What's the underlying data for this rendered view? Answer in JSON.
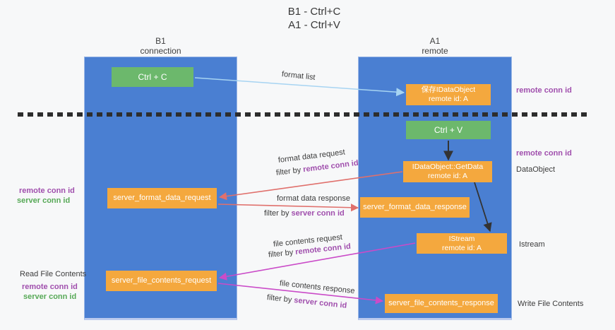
{
  "title": {
    "line1": "B1 - Ctrl+C",
    "line2": "A1 - Ctrl+V"
  },
  "lanes": {
    "b1": {
      "name": "B1",
      "role": "connection"
    },
    "a1": {
      "name": "A1",
      "role": "remote"
    }
  },
  "nodes": {
    "ctrl_c": {
      "label": "Ctrl + C"
    },
    "ctrl_v": {
      "label": "Ctrl + V"
    },
    "save_dataobject": {
      "line1": "保存IDataObject",
      "line2": "remote id: A"
    },
    "getdata": {
      "line1": "IDataObject::GetData",
      "line2": "remote id: A"
    },
    "istream": {
      "line1": "IStream",
      "line2": "remote id: A"
    },
    "format_request": {
      "label": "server_format_data_request"
    },
    "format_response": {
      "label": "server_format_data_response"
    },
    "file_request": {
      "label": "server_file_contents_request"
    },
    "file_response": {
      "label": "server_file_contents_response"
    }
  },
  "edge_labels": {
    "format_list": "format list",
    "format_data_request": "format data request",
    "format_data_response": "format data response",
    "file_contents_request": "file contents request",
    "file_contents_response": "file contents response",
    "filter_by": "filter by",
    "remote_conn_id": "remote conn id",
    "server_conn_id": "server conn id"
  },
  "annotations": {
    "remote_conn_id_right_top": "remote conn id",
    "remote_conn_id_right_mid": "remote conn id",
    "dataobject": "DataObject",
    "istream": "Istream",
    "write_file_contents": "Write File Contents",
    "read_file_contents": "Read File Contents",
    "remote_conn_id_left_1": "remote conn id",
    "server_conn_id_left_1": "server conn id",
    "remote_conn_id_left_2": "remote conn id",
    "server_conn_id_left_2": "server conn id"
  },
  "colors": {
    "panel_blue": "#4a7fd2",
    "box_green": "#6cb86c",
    "box_orange": "#f4a83e",
    "accent_purple": "#a04fad",
    "accent_green": "#57a957",
    "arrow_red": "#e0706c",
    "arrow_magenta": "#ca4bc8",
    "arrow_blue": "#a7d4f2",
    "arrow_black": "#333333",
    "dashed_divider": "#2d2d2d"
  }
}
